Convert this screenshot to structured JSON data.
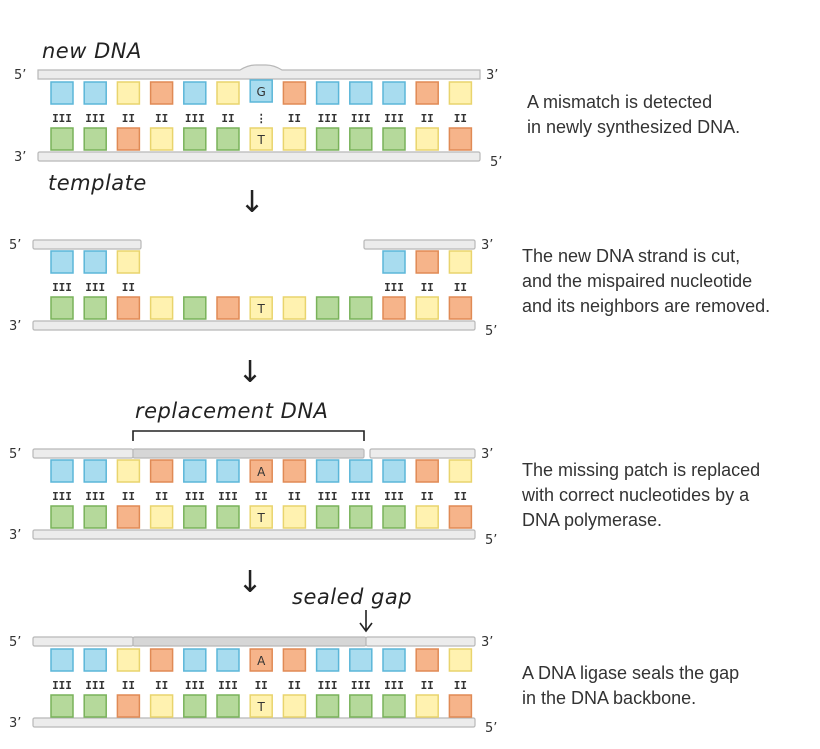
{
  "colors": {
    "blue": "#a8dcef",
    "blue_edge": "#5bb6d8",
    "yellow": "#fff2b0",
    "yellow_edge": "#e9d46d",
    "orange": "#f6b48a",
    "orange_edge": "#e08a55",
    "green": "#b5d99b",
    "green_edge": "#79b25a",
    "backbone": "#ececec",
    "backbone_edge": "#b8b8b8",
    "patch": "#d6d6d6"
  },
  "panels": [
    {
      "id": "mismatch",
      "top_labels": [
        "5’",
        "3’"
      ],
      "bottom_labels": [
        "3’",
        "5’"
      ],
      "top_nucleotides": [
        "blue",
        "blue",
        "yellow",
        "orange",
        "blue",
        "yellow",
        "blue",
        "orange",
        "blue",
        "blue",
        "blue",
        "orange",
        "yellow"
      ],
      "bottom_nucleotides": [
        "green",
        "green",
        "orange",
        "yellow",
        "green",
        "green",
        "yellow",
        "yellow",
        "green",
        "green",
        "green",
        "yellow",
        "orange"
      ],
      "bonds": [
        "III",
        "III",
        "II",
        "II",
        "III",
        "II",
        "⋮",
        "II",
        "III",
        "III",
        "III",
        "II",
        "II"
      ],
      "letters": [
        {
          "index": 6,
          "top": "G",
          "bottom": "T"
        }
      ],
      "handwritten": [
        {
          "text": "new DNA"
        },
        {
          "text": "template"
        }
      ],
      "description": [
        "A mismatch is detected",
        "in newly synthesized DNA."
      ]
    },
    {
      "id": "cut",
      "top_labels": [
        "5’",
        "3’"
      ],
      "bottom_labels": [
        "3’",
        "5’"
      ],
      "top_nucleotides": [
        "blue",
        "blue",
        "yellow",
        "",
        "",
        "",
        "",
        "",
        "",
        "",
        "blue",
        "orange",
        "yellow"
      ],
      "bottom_nucleotides": [
        "green",
        "green",
        "orange",
        "yellow",
        "green",
        "orange",
        "yellow",
        "yellow",
        "green",
        "green",
        "orange",
        "yellow",
        "orange"
      ],
      "bonds": [
        "III",
        "III",
        "II",
        "",
        "",
        "",
        "",
        "",
        "",
        "",
        "III",
        "II",
        "II"
      ],
      "letters": [
        {
          "index": 6,
          "top": "",
          "bottom": "T"
        }
      ],
      "description": [
        "The new DNA strand is cut,",
        "and the mispaired nucleotide",
        "and its neighbors are removed."
      ]
    },
    {
      "id": "replace",
      "top_labels": [
        "5’",
        "3’"
      ],
      "bottom_labels": [
        "3’",
        "5’"
      ],
      "top_nucleotides": [
        "blue",
        "blue",
        "yellow",
        "orange",
        "blue",
        "blue",
        "orange",
        "orange",
        "blue",
        "blue",
        "blue",
        "orange",
        "yellow"
      ],
      "bottom_nucleotides": [
        "green",
        "green",
        "orange",
        "yellow",
        "green",
        "green",
        "yellow",
        "yellow",
        "green",
        "green",
        "green",
        "yellow",
        "orange"
      ],
      "bonds": [
        "III",
        "III",
        "II",
        "II",
        "III",
        "III",
        "II",
        "II",
        "III",
        "III",
        "III",
        "II",
        "II"
      ],
      "letters": [
        {
          "index": 6,
          "top": "A",
          "bottom": "T"
        }
      ],
      "handwritten": [
        {
          "text": "replacement DNA"
        }
      ],
      "description": [
        "The missing patch is replaced",
        "with correct nucleotides by a",
        "DNA polymerase."
      ]
    },
    {
      "id": "ligase",
      "top_labels": [
        "5’",
        "3’"
      ],
      "bottom_labels": [
        "3’",
        "5’"
      ],
      "top_nucleotides": [
        "blue",
        "blue",
        "yellow",
        "orange",
        "blue",
        "blue",
        "orange",
        "orange",
        "blue",
        "blue",
        "blue",
        "orange",
        "yellow"
      ],
      "bottom_nucleotides": [
        "green",
        "green",
        "orange",
        "yellow",
        "green",
        "green",
        "yellow",
        "yellow",
        "green",
        "green",
        "green",
        "yellow",
        "orange"
      ],
      "bonds": [
        "III",
        "III",
        "II",
        "II",
        "III",
        "III",
        "II",
        "II",
        "III",
        "III",
        "III",
        "II",
        "II"
      ],
      "letters": [
        {
          "index": 6,
          "top": "A",
          "bottom": "T"
        }
      ],
      "handwritten": [
        {
          "text": "sealed gap"
        }
      ],
      "description": [
        "A DNA ligase seals the gap",
        "in the DNA backbone."
      ]
    }
  ],
  "arrow_glyph": "↓"
}
